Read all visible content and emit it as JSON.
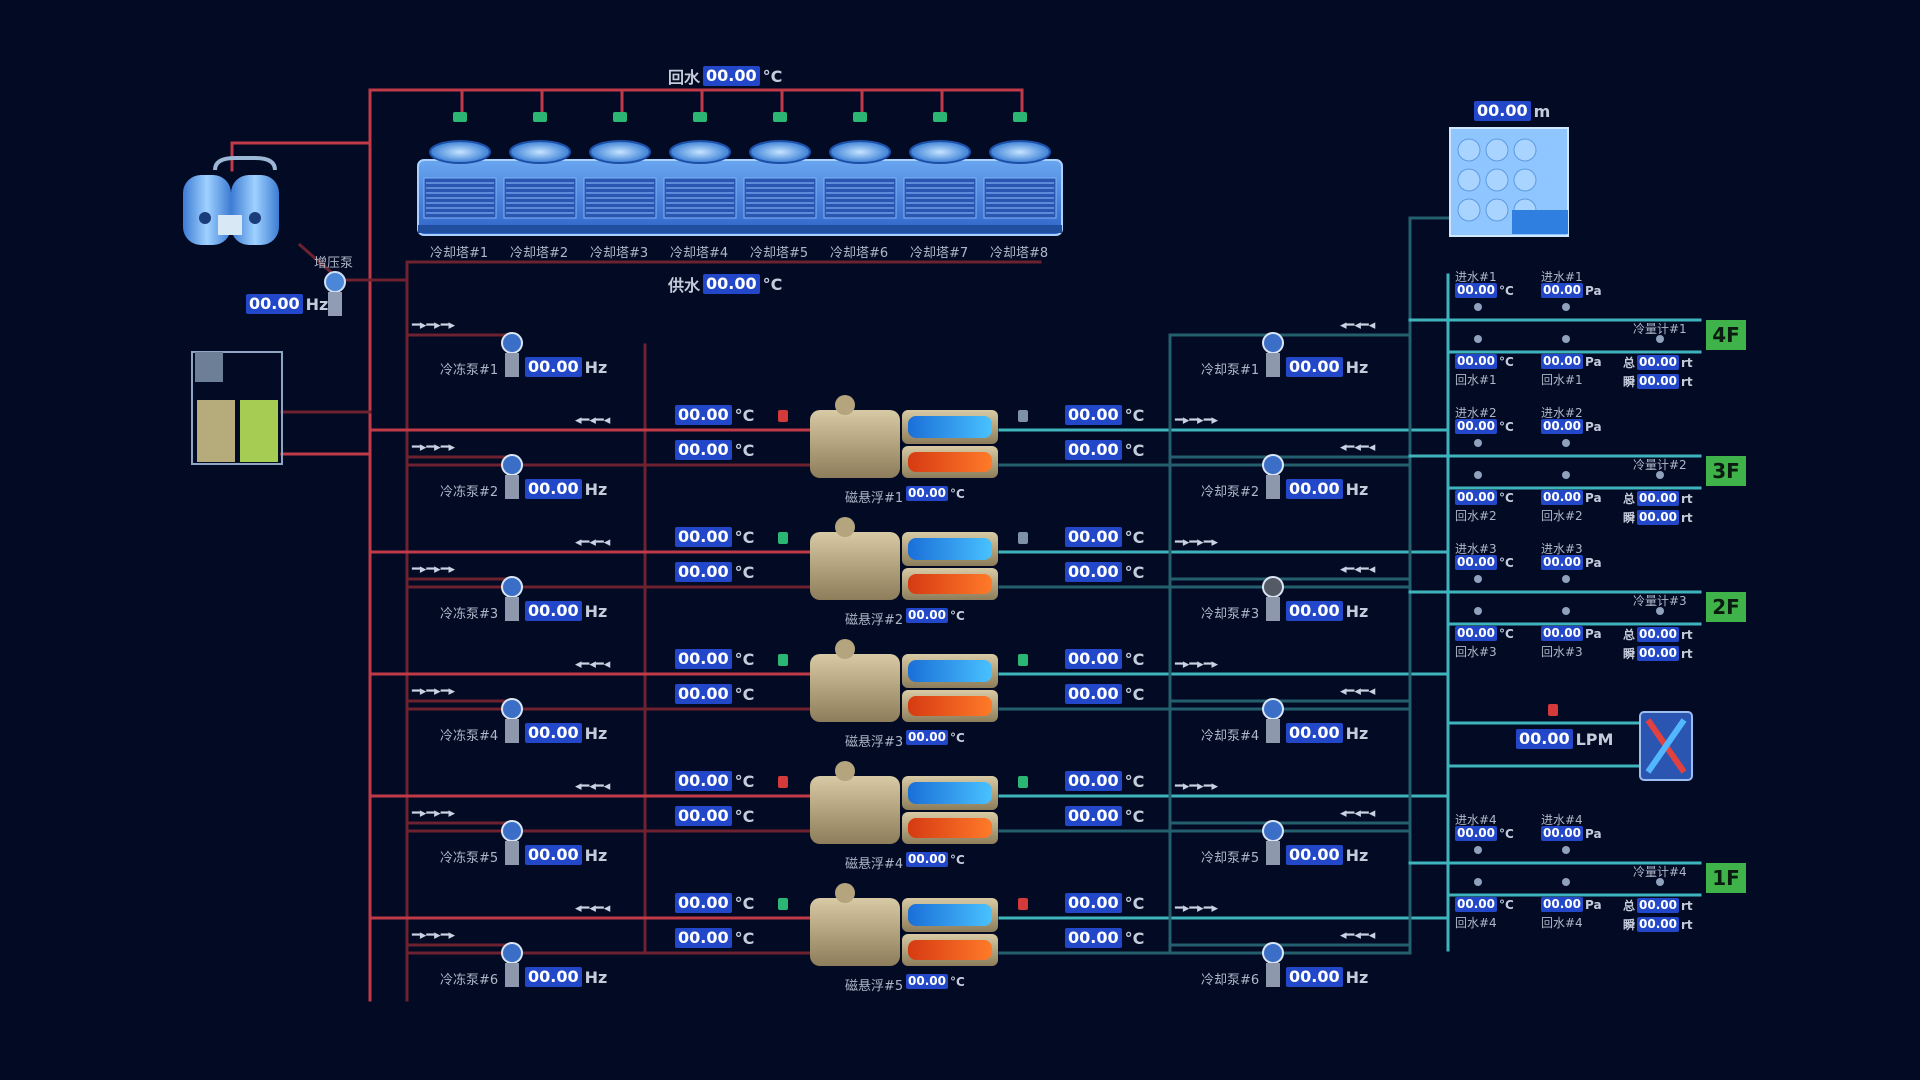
{
  "colors": {
    "background": "#030b24",
    "hot_pipe": "#c03a48",
    "cold_pipe": "#3fb4bd",
    "value_box": "#2248c9",
    "floor_badge": "#3fb34a"
  },
  "header": {
    "return_label": "回水",
    "return_value": "00.00",
    "supply_label": "供水",
    "supply_value": "00.00",
    "unit_c": "°C"
  },
  "towers": [
    {
      "label": "冷却塔#1"
    },
    {
      "label": "冷却塔#2"
    },
    {
      "label": "冷却塔#3"
    },
    {
      "label": "冷却塔#4"
    },
    {
      "label": "冷却塔#5"
    },
    {
      "label": "冷却塔#6"
    },
    {
      "label": "冷却塔#7"
    },
    {
      "label": "冷却塔#8"
    }
  ],
  "booster": {
    "label": "增压泵",
    "value": "00.00",
    "unit": "Hz"
  },
  "tank": {
    "value": "00.00",
    "unit": "m"
  },
  "chillers": [
    {
      "label": "磁悬浮#1",
      "temp": "00.00",
      "hot_in": "00.00",
      "hot_out": "00.00",
      "cold_in": "00.00",
      "cold_out": "00.00"
    },
    {
      "label": "磁悬浮#2",
      "temp": "00.00",
      "hot_in": "00.00",
      "hot_out": "00.00",
      "cold_in": "00.00",
      "cold_out": "00.00"
    },
    {
      "label": "磁悬浮#3",
      "temp": "00.00",
      "hot_in": "00.00",
      "hot_out": "00.00",
      "cold_in": "00.00",
      "cold_out": "00.00"
    },
    {
      "label": "磁悬浮#4",
      "temp": "00.00",
      "hot_in": "00.00",
      "hot_out": "00.00",
      "cold_in": "00.00",
      "cold_out": "00.00"
    },
    {
      "label": "磁悬浮#5",
      "temp": "00.00",
      "hot_in": "00.00",
      "hot_out": "00.00",
      "cold_in": "00.00",
      "cold_out": "00.00"
    }
  ],
  "freeze_pumps": [
    {
      "label": "冷冻泵#1",
      "value": "00.00"
    },
    {
      "label": "冷冻泵#2",
      "value": "00.00"
    },
    {
      "label": "冷冻泵#3",
      "value": "00.00"
    },
    {
      "label": "冷冻泵#4",
      "value": "00.00"
    },
    {
      "label": "冷冻泵#5",
      "value": "00.00"
    },
    {
      "label": "冷冻泵#6",
      "value": "00.00"
    }
  ],
  "cool_pumps": [
    {
      "label": "冷却泵#1",
      "value": "00.00"
    },
    {
      "label": "冷却泵#2",
      "value": "00.00"
    },
    {
      "label": "冷却泵#3",
      "value": "00.00"
    },
    {
      "label": "冷却泵#4",
      "value": "00.00"
    },
    {
      "label": "冷却泵#5",
      "value": "00.00"
    },
    {
      "label": "冷却泵#6",
      "value": "00.00"
    }
  ],
  "units": {
    "hz": "Hz",
    "c": "°C",
    "pa": "Pa",
    "rt": "rt",
    "lpm": "LPM"
  },
  "floors": [
    {
      "badge": "4F",
      "in_t_label": "进水#1",
      "in_p_label": "进水#1",
      "meter_label": "冷量计#1",
      "out_t_label": "回水#1",
      "out_p_label": "回水#1",
      "in_t": "00.00",
      "in_p": "00.00",
      "out_t": "00.00",
      "out_p": "00.00",
      "total_label": "总",
      "total": "00.00",
      "inst_label": "瞬",
      "inst": "00.00"
    },
    {
      "badge": "3F",
      "in_t_label": "进水#2",
      "in_p_label": "进水#2",
      "meter_label": "冷量计#2",
      "out_t_label": "回水#2",
      "out_p_label": "回水#2",
      "in_t": "00.00",
      "in_p": "00.00",
      "out_t": "00.00",
      "out_p": "00.00",
      "total_label": "总",
      "total": "00.00",
      "inst_label": "瞬",
      "inst": "00.00"
    },
    {
      "badge": "2F",
      "in_t_label": "进水#3",
      "in_p_label": "进水#3",
      "meter_label": "冷量计#3",
      "out_t_label": "回水#3",
      "out_p_label": "回水#3",
      "in_t": "00.00",
      "in_p": "00.00",
      "out_t": "00.00",
      "out_p": "00.00",
      "total_label": "总",
      "total": "00.00",
      "inst_label": "瞬",
      "inst": "00.00"
    },
    {
      "badge": "1F",
      "in_t_label": "进水#4",
      "in_p_label": "进水#4",
      "meter_label": "冷量计#4",
      "out_t_label": "回水#4",
      "out_p_label": "回水#4",
      "in_t": "00.00",
      "in_p": "00.00",
      "out_t": "00.00",
      "out_p": "00.00",
      "total_label": "总",
      "total": "00.00",
      "inst_label": "瞬",
      "inst": "00.00"
    }
  ],
  "exchanger": {
    "value": "00.00",
    "unit": "LPM"
  }
}
